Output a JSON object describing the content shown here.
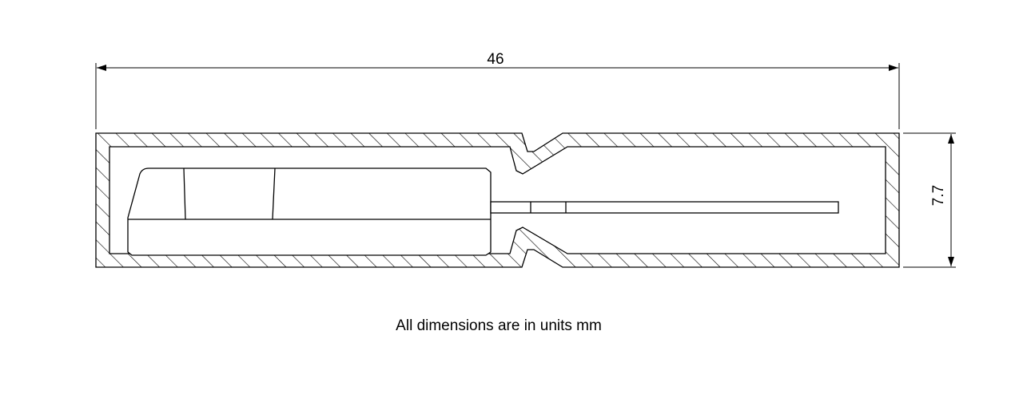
{
  "dimensions": {
    "length": "46",
    "height": "7.7"
  },
  "note": "All dimensions are in units mm",
  "colors": {
    "line": "#000000",
    "background": "#ffffff"
  }
}
